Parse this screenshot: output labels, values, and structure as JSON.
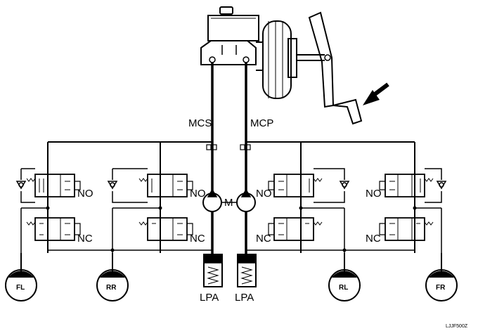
{
  "labels": {
    "mcs": "MCS",
    "mcp": "MCP",
    "motor": "M",
    "no": "NO",
    "nc": "NC",
    "lpa": "LPA",
    "wheel_fl": "FL",
    "wheel_rr": "RR",
    "wheel_rl": "RL",
    "wheel_fr": "FR",
    "figure_code": "LJJF500Z"
  },
  "icons": {
    "arrow": "pedal-force-arrow-icon",
    "check": "check-valve-icon",
    "spring": "spring-icon"
  },
  "colors": {
    "line": "#000000",
    "background": "#ffffff"
  }
}
